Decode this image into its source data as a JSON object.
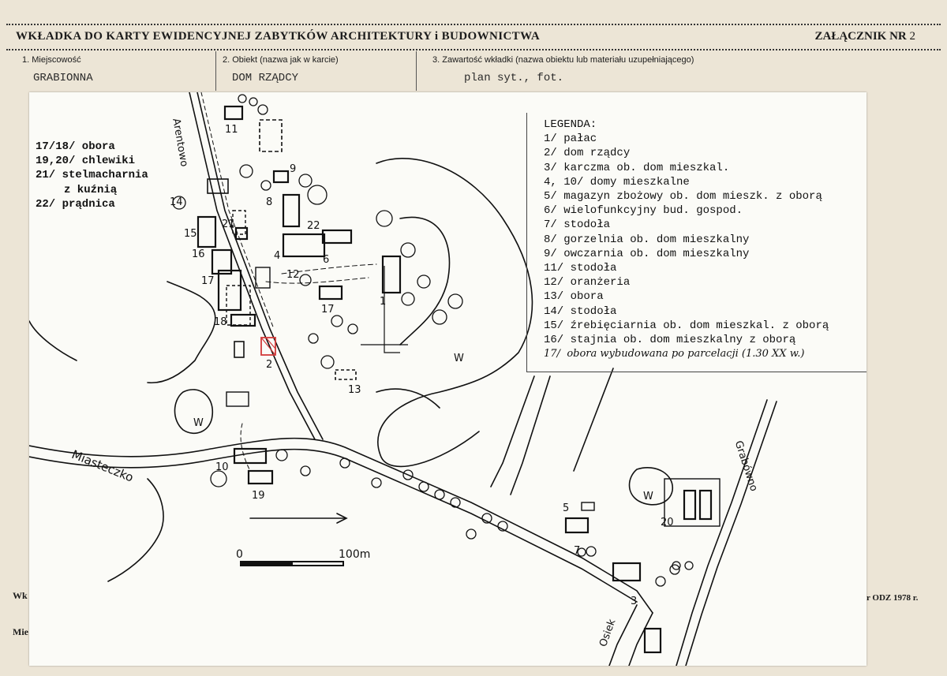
{
  "header": {
    "title": "WKŁADKA DO KARTY EWIDENCYJNEJ ZABYTKÓW ARCHITEKTURY i BUDOWNICTWA",
    "attachment_label": "ZAŁĄCZNIK NR",
    "attachment_no": "2"
  },
  "fields": {
    "f1_label": "1. Miejscowość",
    "f1_value": "GRABIONNA",
    "f2_label": "2. Obiekt (nazwa jak w karcie)",
    "f2_value": "DOM RZĄDCY",
    "f3_label": "3. Zawartość wkładki (nazwa obiektu lub materiału uzupełniającego)",
    "f3_value": "plan syt., fot."
  },
  "footer": {
    "frag_left_1": "Wk",
    "frag_left_2": "Mie",
    "frag_right": "r ODZ 1978 r."
  },
  "map": {
    "side_list": [
      "17/18/ obora",
      "19,20/ chlewiki",
      "21/ stelmacharnia",
      "z kuźnią",
      "22/ prądnica"
    ],
    "legend_title": "LEGENDA:",
    "legend": [
      "1/ pałac",
      "2/ dom rządcy",
      "3/ karczma ob. dom mieszkal.",
      "4, 10/ domy mieszkalne",
      "5/ magazyn zbożowy ob. dom mieszk. z oborą",
      "6/ wielofunkcyjny bud. gospod.",
      "7/ stodoła",
      "8/ gorzelnia ob. dom mieszkalny",
      "9/ owczarnia ob. dom mieszkalny",
      "11/ stodoła",
      "12/ oranżeria",
      "13/ obora",
      "14/ stodoła",
      "15/ źrebięciarnia ob. dom mieszkal. z oborą",
      "16/ stajnia ob. dom mieszkalny z oborą"
    ],
    "legend_hand_no": "17/",
    "legend_hand": "obora wybudowana po parcelacji (1.30 XX w.)",
    "road_labels": {
      "north": "Arentowo",
      "west": "Miasteczko",
      "east": "Grabówno",
      "south": "Osiek"
    },
    "water_label": "W",
    "scale_start": "0",
    "scale_end": "100m",
    "building_numbers": [
      "11",
      "9",
      "8",
      "14",
      "15",
      "16",
      "17",
      "18",
      "21",
      "22",
      "4",
      "12",
      "6",
      "1",
      "17",
      "2",
      "13",
      "10",
      "19",
      "5",
      "20",
      "3",
      "7"
    ]
  },
  "colors": {
    "paper": "#ece5d6",
    "photo": "#fbfbf7",
    "ink": "#111111",
    "highlight": "#d23a3a"
  }
}
